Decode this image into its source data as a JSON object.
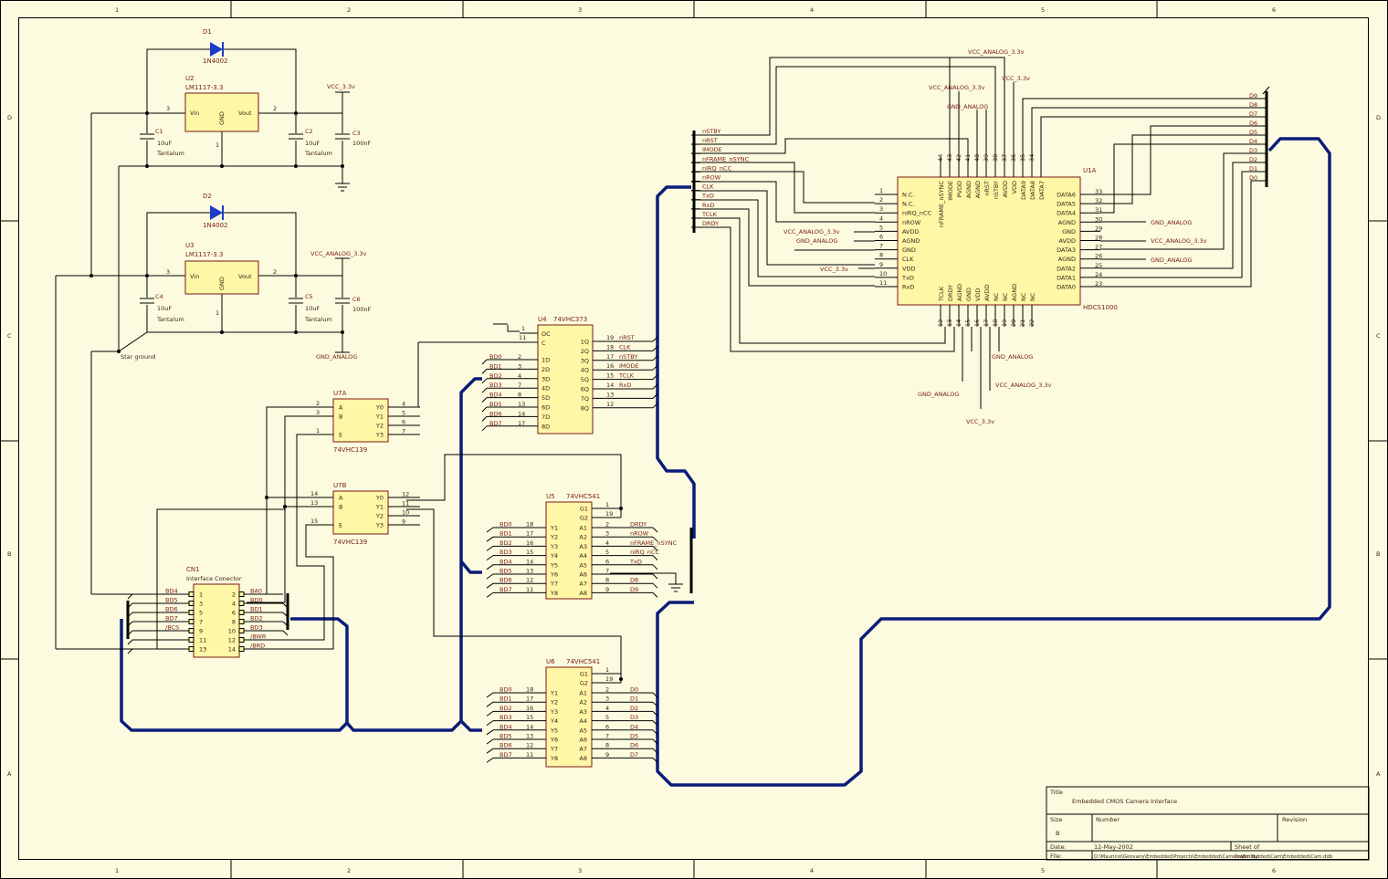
{
  "border": {
    "columns": [
      "1",
      "2",
      "3",
      "4",
      "5",
      "6"
    ],
    "rows": [
      "D",
      "C",
      "B",
      "A"
    ]
  },
  "title_block": {
    "title_label": "Title",
    "title": "Embedded CMOS Camera Interface",
    "size_label": "Size",
    "size": "B",
    "number_label": "Number",
    "revision_label": "Revision",
    "date_label": "Date:",
    "date": "12-May-2002",
    "sheet_label": "Sheet   of",
    "file_label": "File:",
    "file": "D:\\Mauricio\\Geovany\\Embedded\\Projects\\Embedded\\Camera\\Embedded\\Cam\\Embedded\\Cam.ddb",
    "drawn_label": "Drawn By:"
  },
  "power": {
    "d1": "D1",
    "d1_part": "1N4002",
    "d2": "D2",
    "d2_part": "1N4002",
    "u2": "U2",
    "u2_part": "LM1117-3.3",
    "u3": "U3",
    "u3_part": "LM1117-3.3",
    "vin": "Vin",
    "gnd": "GND",
    "vout": "Vout",
    "c1": "C1",
    "c2": "C2",
    "c3": "C3",
    "c4": "C4",
    "c5": "C5",
    "c6": "C6",
    "c10u": "10uF",
    "c100n": "100nF",
    "tant": "Tantalum",
    "vcc33": "VCC_3.3v",
    "vcc_analog": "VCC_ANALOG_3.3v",
    "gnd_analog": "GND_ANALOG",
    "star": "Star ground",
    "p1": "1",
    "p2": "2",
    "p3": "3"
  },
  "u1": {
    "ref": "U1A",
    "part": "HDCS1000",
    "left_pins": [
      {
        "num": "1",
        "name": "N.C."
      },
      {
        "num": "2",
        "name": "N.C."
      },
      {
        "num": "3",
        "name": "nIRQ_nCC"
      },
      {
        "num": "4",
        "name": "nROW"
      },
      {
        "num": "5",
        "name": "AVDD"
      },
      {
        "num": "6",
        "name": "AGND"
      },
      {
        "num": "7",
        "name": "GND"
      },
      {
        "num": "8",
        "name": "CLK"
      },
      {
        "num": "9",
        "name": "VDD"
      },
      {
        "num": "10",
        "name": "TxD"
      },
      {
        "num": "11",
        "name": "RxD"
      }
    ],
    "right_pins": [
      {
        "num": "33",
        "name": "DATA6"
      },
      {
        "num": "32",
        "name": "DATA5"
      },
      {
        "num": "31",
        "name": "DATA4"
      },
      {
        "num": "30",
        "name": "AGND"
      },
      {
        "num": "29",
        "name": "GND"
      },
      {
        "num": "28",
        "name": "AVDD"
      },
      {
        "num": "27",
        "name": "DATA3"
      },
      {
        "num": "26",
        "name": "AGND"
      },
      {
        "num": "25",
        "name": "DATA2"
      },
      {
        "num": "24",
        "name": "DATA1"
      },
      {
        "num": "23",
        "name": "DATA0"
      }
    ],
    "top_pins": [
      {
        "num": "44",
        "name": "nFRAME_nSYNC"
      },
      {
        "num": "43",
        "name": "IMODE"
      },
      {
        "num": "42",
        "name": "PVDD"
      },
      {
        "num": "41",
        "name": "AGND"
      },
      {
        "num": "40",
        "name": "AGND"
      },
      {
        "num": "39",
        "name": "nRST"
      },
      {
        "num": "38",
        "name": "nSTBY"
      },
      {
        "num": "37",
        "name": "AVDD"
      },
      {
        "num": "36",
        "name": "VDD"
      },
      {
        "num": "35",
        "name": "DATA9"
      },
      {
        "num": "34",
        "name": "DATA8"
      },
      {
        "num": "",
        "name": "DATA7"
      }
    ],
    "bottom_pins": [
      {
        "num": "12",
        "name": "TCLK"
      },
      {
        "num": "13",
        "name": "DRDY"
      },
      {
        "num": "14",
        "name": "AGND"
      },
      {
        "num": "15",
        "name": "GND"
      },
      {
        "num": "16",
        "name": "VDD"
      },
      {
        "num": "17",
        "name": "AVDD"
      },
      {
        "num": "18",
        "name": "NC"
      },
      {
        "num": "19",
        "name": "NC"
      },
      {
        "num": "20",
        "name": "AGND"
      },
      {
        "num": "21",
        "name": "NC"
      },
      {
        "num": "22",
        "name": "NC"
      }
    ],
    "left_nets": [
      "nSTBY",
      "nRST",
      "IMODE",
      "nFRAME_nSYNC",
      "nIRQ_nCC",
      "nROW",
      "CLK",
      "TxD",
      "RxD",
      "TCLK",
      "DRDY"
    ],
    "right_nets": [
      "D9",
      "D8",
      "D7",
      "D6",
      "D5",
      "D4",
      "D3",
      "D2",
      "D1",
      "D0"
    ]
  },
  "u4": {
    "ref": "U4",
    "part": "74VHC373",
    "oc": "OC",
    "c": "C",
    "d_names": [
      "1D",
      "2D",
      "3D",
      "4D",
      "5D",
      "6D",
      "7D",
      "8D"
    ],
    "q_names": [
      "1Q",
      "2Q",
      "3Q",
      "4Q",
      "5Q",
      "6Q",
      "7Q",
      "8Q"
    ],
    "d_nums": [
      "2",
      "3",
      "4",
      "7",
      "8",
      "13",
      "14",
      "17"
    ],
    "q_nums": [
      "19",
      "18",
      "17",
      "16",
      "15",
      "14",
      "13",
      "12"
    ],
    "inputs": [
      "BD0",
      "BD1",
      "BD2",
      "BD3",
      "BD4",
      "BD5",
      "BD6",
      "BD7"
    ],
    "outputs": [
      "nRST",
      "CLK",
      "nSTBY",
      "IMODE",
      "TCLK",
      "RxD",
      "",
      ""
    ],
    "p1": "1",
    "p11": "11"
  },
  "u7a": {
    "ref": "U7A",
    "part": "74VHC139",
    "pins_in": [
      "2",
      "3",
      "1"
    ],
    "names_in": [
      "A",
      "B",
      "E"
    ],
    "names_out": [
      "Y0",
      "Y1",
      "Y2",
      "Y3"
    ],
    "pins_out": [
      "4",
      "5",
      "6",
      "7"
    ]
  },
  "u7b": {
    "ref": "U7B",
    "part": "74VHC139",
    "pins_in": [
      "14",
      "13",
      "15"
    ],
    "names_in": [
      "A",
      "B",
      "E"
    ],
    "names_out": [
      "Y0",
      "Y1",
      "Y2",
      "Y3"
    ],
    "pins_out": [
      "12",
      "11",
      "10",
      "9"
    ]
  },
  "u5": {
    "ref": "U5",
    "part": "74VHC541",
    "g1": "G1",
    "g2": "G2",
    "p1": "1",
    "p19": "19",
    "y_names": [
      "Y1",
      "Y2",
      "Y3",
      "Y4",
      "Y5",
      "Y6",
      "Y7",
      "Y8"
    ],
    "a_names": [
      "A1",
      "A2",
      "A3",
      "A4",
      "A5",
      "A6",
      "A7",
      "A8"
    ],
    "y_nums": [
      "18",
      "17",
      "16",
      "15",
      "14",
      "13",
      "12",
      "11"
    ],
    "a_nums": [
      "2",
      "3",
      "4",
      "5",
      "6",
      "7",
      "8",
      "9"
    ],
    "bd": [
      "BD0",
      "BD1",
      "BD2",
      "BD3",
      "BD4",
      "BD5",
      "BD6",
      "BD7"
    ],
    "inputs": [
      "DRDY",
      "nROW",
      "nFRAME_nSYNC",
      "nIRQ_nCC",
      "TxD",
      "",
      "D8",
      "D9"
    ]
  },
  "u6": {
    "ref": "U6",
    "part": "74VHC541",
    "g1": "G1",
    "g2": "G2",
    "p1": "1",
    "p19": "19",
    "y_names": [
      "Y1",
      "Y2",
      "Y3",
      "Y4",
      "Y5",
      "Y6",
      "Y7",
      "Y8"
    ],
    "a_names": [
      "A1",
      "A2",
      "A3",
      "A4",
      "A5",
      "A6",
      "A7",
      "A8"
    ],
    "y_nums": [
      "18",
      "17",
      "16",
      "15",
      "14",
      "13",
      "12",
      "11"
    ],
    "a_nums": [
      "2",
      "3",
      "4",
      "5",
      "6",
      "7",
      "8",
      "9"
    ],
    "bd": [
      "BD0",
      "BD1",
      "BD2",
      "BD3",
      "BD4",
      "BD5",
      "BD6",
      "BD7"
    ],
    "inputs": [
      "D0",
      "D1",
      "D2",
      "D3",
      "D4",
      "D5",
      "D6",
      "D7"
    ]
  },
  "cn1": {
    "ref": "CN1",
    "part": "Interface Conector",
    "left_nums": [
      "1",
      "3",
      "5",
      "7",
      "9",
      "11",
      "13"
    ],
    "right_nums": [
      "2",
      "4",
      "6",
      "8",
      "10",
      "12",
      "14"
    ],
    "left_nets": [
      "BD4",
      "BD5",
      "BD6",
      "BD7",
      "/BCS",
      "",
      ""
    ],
    "right_nets": [
      "BA0",
      "BD0",
      "BD1",
      "BD2",
      "BD3",
      "/BWR",
      "/BRD"
    ]
  }
}
